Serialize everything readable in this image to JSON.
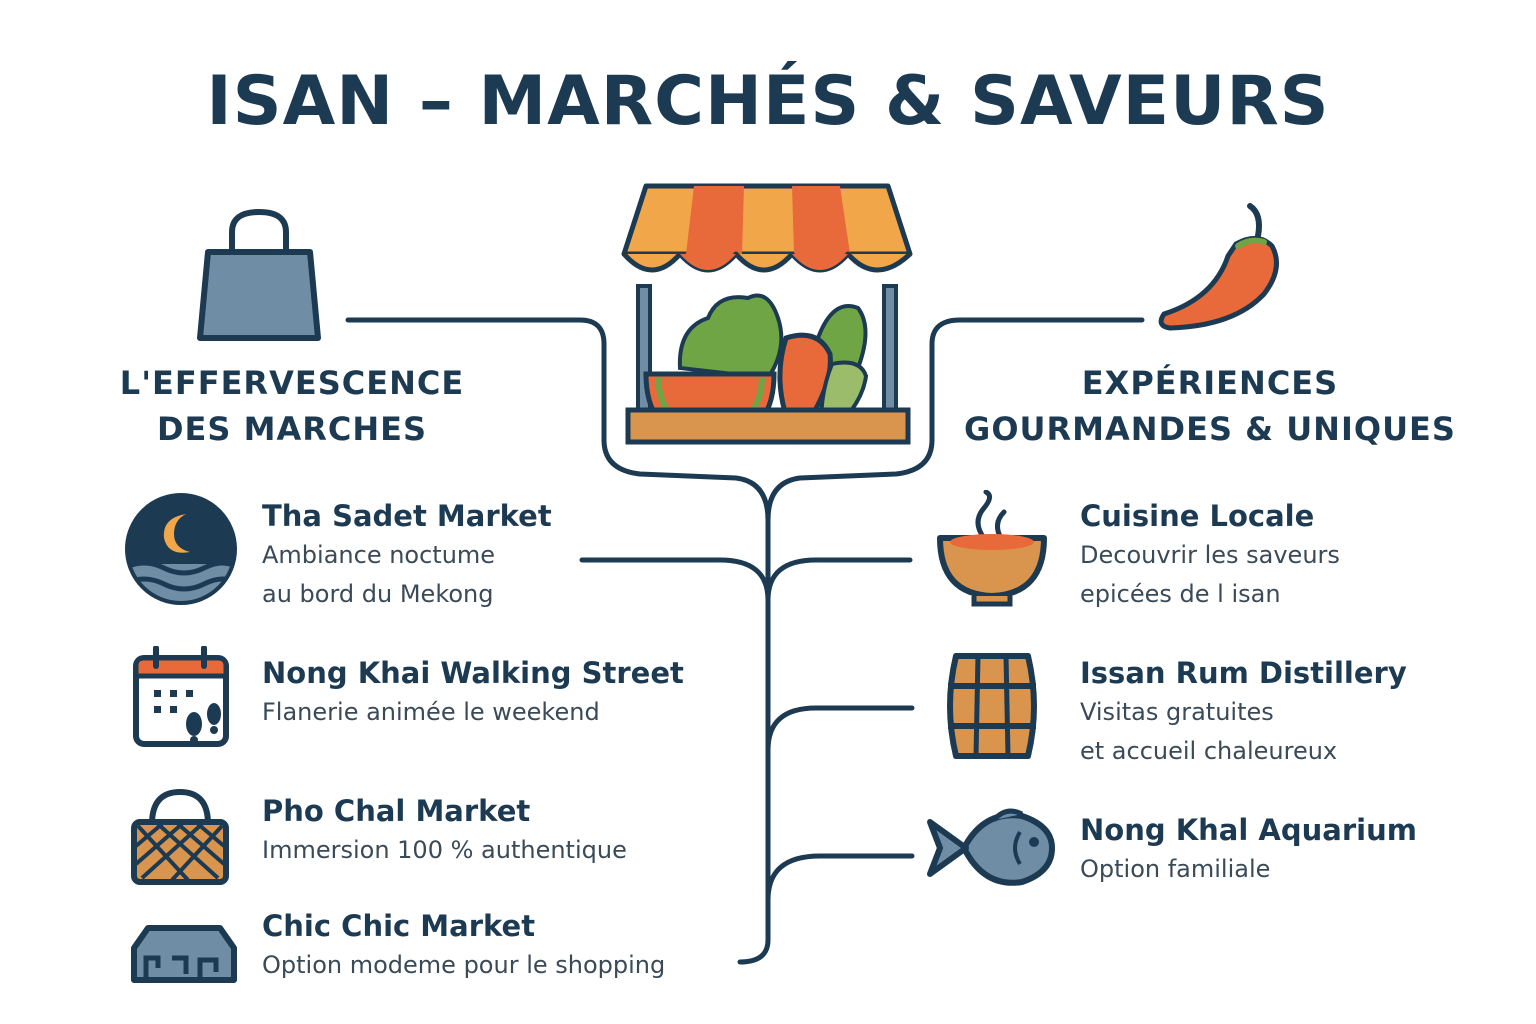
{
  "title": "ISAN – MARCHÉS & SAVEURS",
  "left_section": {
    "title_line1": "L'EFFERVESCENCE",
    "title_line2": "DES MARCHES",
    "items": [
      {
        "name": "Tha Sadet Market",
        "desc1": "Ambiance noctume",
        "desc2": "au bord du Mekong",
        "icon": "moon-river-icon"
      },
      {
        "name": "Nong Khai Walking Street",
        "desc1": "Flanerie animée le weekend",
        "icon": "calendar-footprints-icon"
      },
      {
        "name": "Pho Chal Market",
        "desc1": "Immersion 100 % authentique",
        "icon": "woven-basket-icon"
      },
      {
        "name": "Chic Chic Market",
        "desc1": "Option modeme pour le shopping",
        "icon": "market-building-icon"
      }
    ]
  },
  "right_section": {
    "title_line1": "EXPÉRIENCES",
    "title_line2": "GOURMANDES & UNIQUES",
    "items": [
      {
        "name": "Cuisine Locale",
        "desc1": "Decouvrir les saveurs",
        "desc2": "epicées de l isan",
        "icon": "soup-bowl-icon"
      },
      {
        "name": "Issan Rum Distillery",
        "desc1": "Visitas gratuites",
        "desc2": "et accueil chaleureux",
        "icon": "barrel-icon"
      },
      {
        "name": "Nong Khal Aquarium",
        "desc1": "Option familiale",
        "icon": "fish-icon"
      }
    ]
  },
  "colors": {
    "navy": "#1d3a53",
    "text_gray": "#3b4a57",
    "orange": "#e86a3a",
    "amber": "#f2a64a",
    "tan": "#d9944e",
    "slate": "#6f8ea6",
    "green": "#6fa544"
  }
}
